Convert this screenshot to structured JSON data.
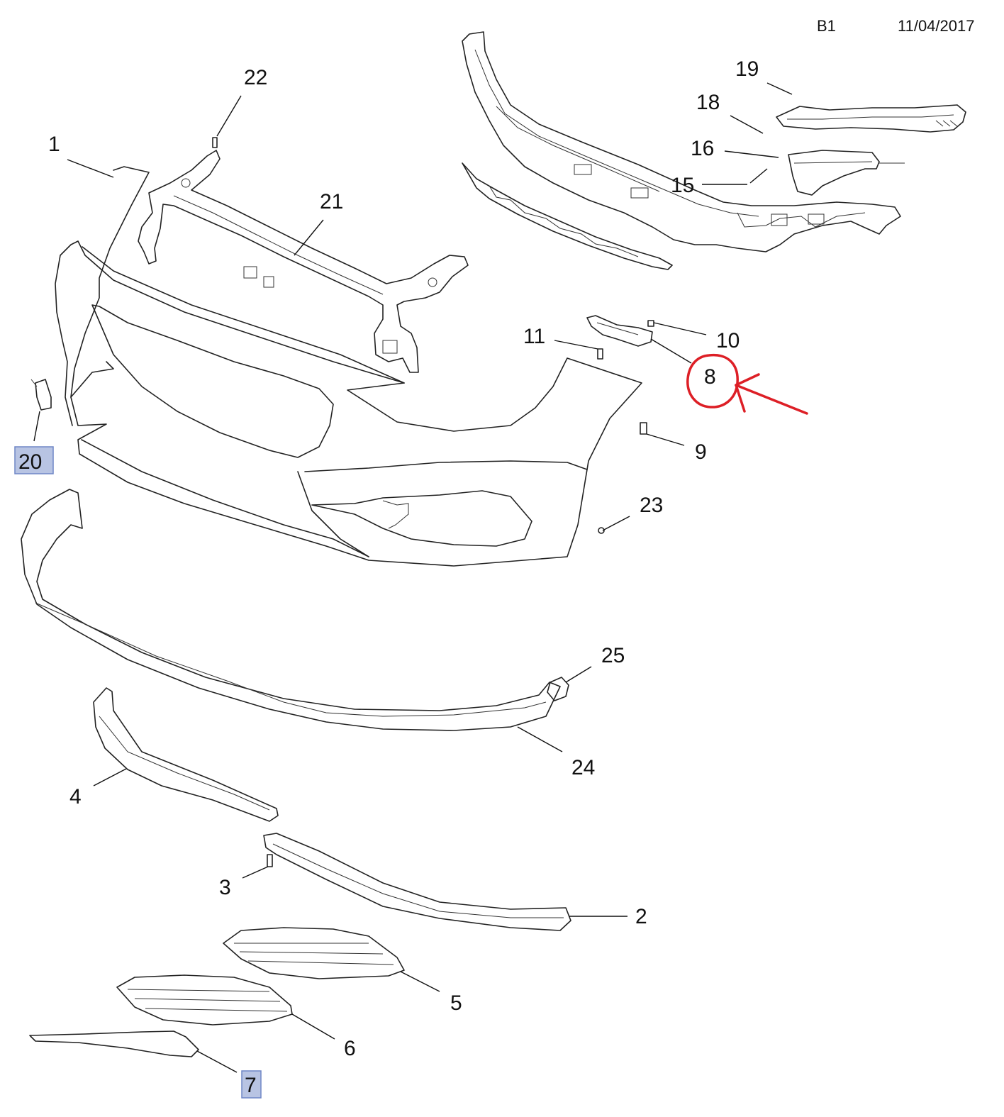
{
  "header": {
    "code": "B1",
    "date": "11/04/2017"
  },
  "callouts": {
    "c1": "1",
    "c2": "2",
    "c3": "3",
    "c4": "4",
    "c5": "5",
    "c6": "6",
    "c7": "7",
    "c8": "8",
    "c9": "9",
    "c10": "10",
    "c11": "11",
    "c15": "15",
    "c16": "16",
    "c18": "18",
    "c19": "19",
    "c20": "20",
    "c21": "21",
    "c22": "22",
    "c23": "23",
    "c24": "24",
    "c25": "25"
  },
  "highlighted_callouts": [
    "20",
    "7"
  ],
  "annotation": {
    "marked_callout": "8",
    "color": "#dd1f26"
  },
  "colors": {
    "highlight_fill": "#b8c4e3",
    "line": "#222222"
  }
}
